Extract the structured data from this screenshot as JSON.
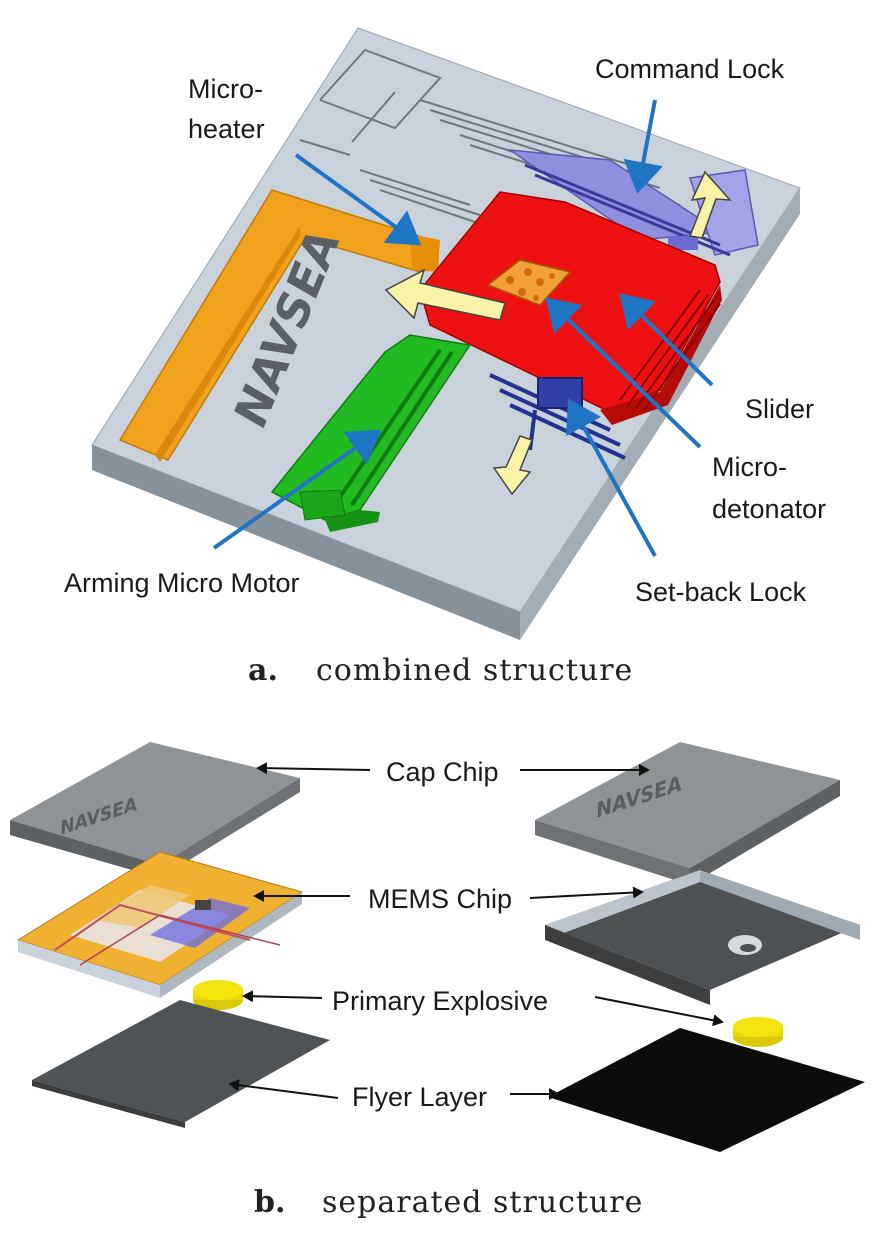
{
  "panel_a": {
    "labels": {
      "micro_heater_1": "Micro-",
      "micro_heater_2": "heater",
      "command_lock": "Command Lock",
      "slider": "Slider",
      "micro_detonator_1": "Micro-",
      "micro_detonator_2": "detonator",
      "arming_micro_motor": "Arming Micro Motor",
      "set_back_lock": "Set-back Lock",
      "engraving": "NAVSEA"
    },
    "caption": {
      "letter": "a.",
      "text": "combined structure"
    }
  },
  "panel_b": {
    "labels": {
      "cap_chip": "Cap Chip",
      "mems_chip": "MEMS Chip",
      "primary_explosive": "Primary Explosive",
      "flyer_layer": "Flyer Layer"
    },
    "caption": {
      "letter": "b.",
      "text": "separated structure"
    }
  },
  "colors": {
    "base": "#c9d2da",
    "command_lock": "#8f8fe0",
    "slider": "#ee1111",
    "micro_heater": "#f0a21c",
    "arming_motor": "#22bb22",
    "set_back_lock": "#22338f",
    "arrow": "#1f74c4",
    "explosive": "#f2e40c"
  }
}
